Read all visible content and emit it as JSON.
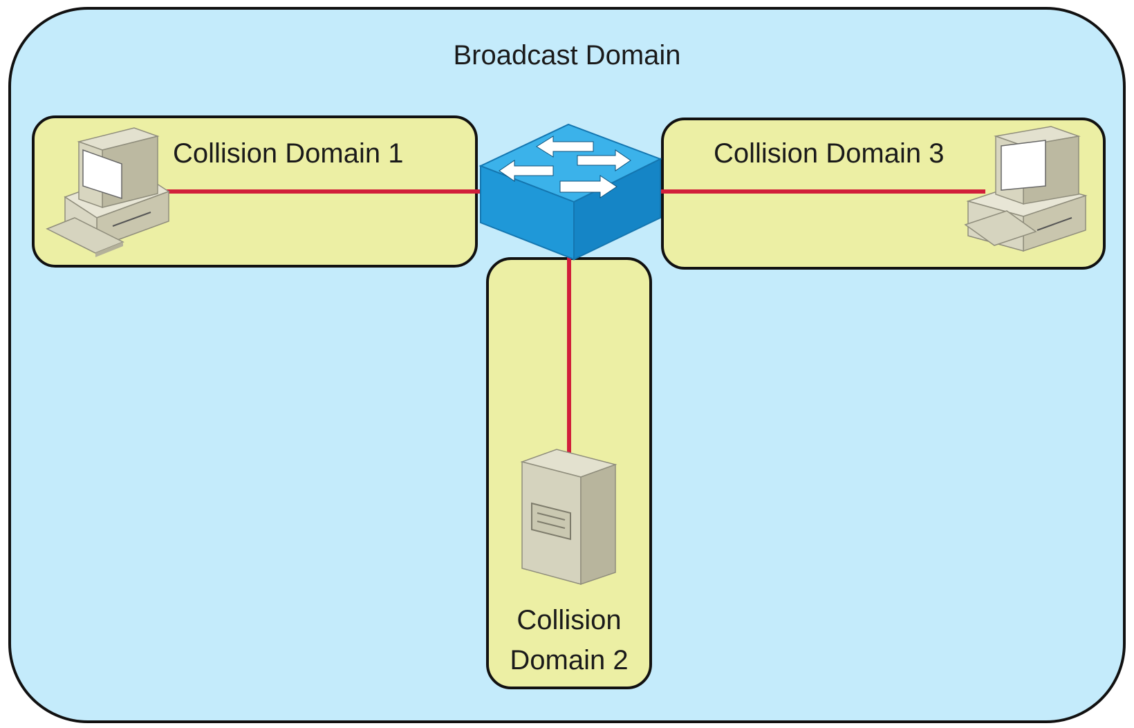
{
  "broadcast_domain": {
    "label": "Broadcast Domain"
  },
  "collision_domains": [
    {
      "label": "Collision Domain 1",
      "device": "pc-icon"
    },
    {
      "label_line1": "Collision",
      "label_line2": "Domain 2",
      "device": "server-icon"
    },
    {
      "label": "Collision Domain 3",
      "device": "pc-icon"
    }
  ],
  "center_device": "switch-icon",
  "colors": {
    "broadcast_fill": "#c4ebfb",
    "collision_fill": "#ecefa4",
    "link": "#d11f3a",
    "switch_top": "#3bb2ea",
    "switch_side": "#1b8fd1",
    "device_beige": "#d5d3be"
  }
}
